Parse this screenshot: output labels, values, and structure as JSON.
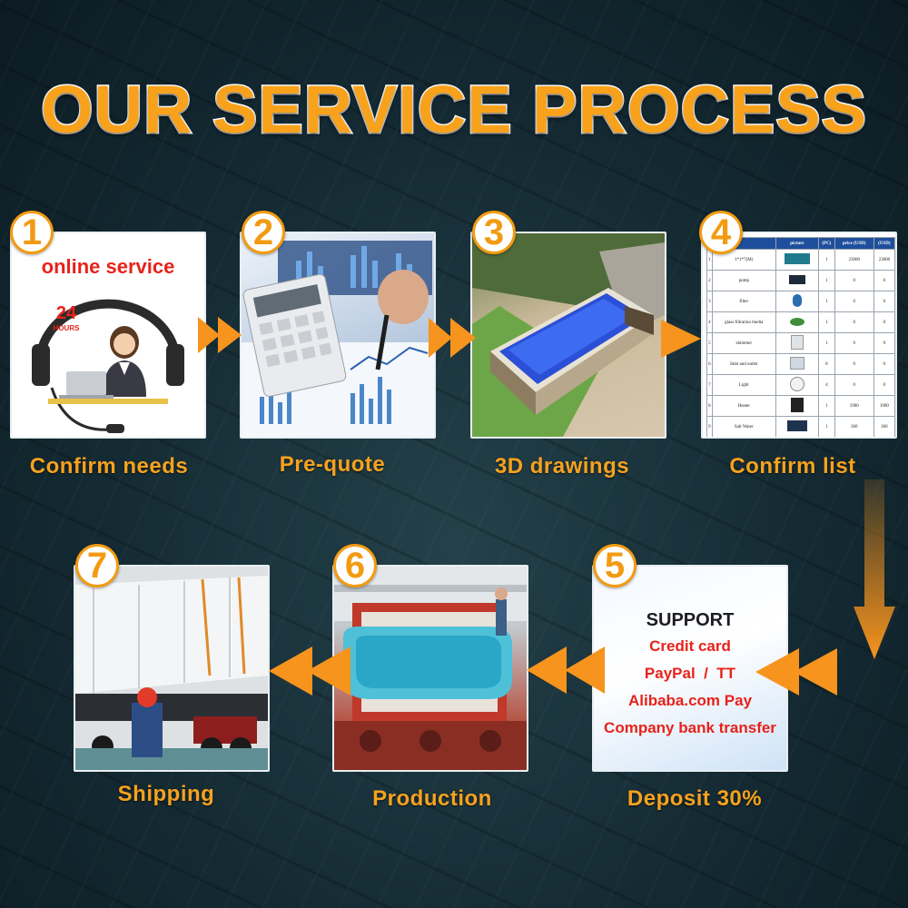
{
  "title": "OUR SERVICE PROCESS",
  "colors": {
    "accent": "#f8a21c",
    "arrow": "#f7941d",
    "card_border": "#e8eef2",
    "red_text": "#e8221b"
  },
  "steps": [
    {
      "number": "1",
      "label": "Confirm needs",
      "image": "customer-service-headset"
    },
    {
      "number": "2",
      "label": "Pre-quote",
      "image": "calculator-and-charts"
    },
    {
      "number": "3",
      "label": "3D drawings",
      "image": "pool-3d-render"
    },
    {
      "number": "4",
      "label": "Confirm list",
      "image": "quotation-table"
    },
    {
      "number": "5",
      "label": "Deposit 30%",
      "image": "payment-support"
    },
    {
      "number": "6",
      "label": "Production",
      "image": "pool-production-line"
    },
    {
      "number": "7",
      "label": "Shipping",
      "image": "truck-loading"
    }
  ],
  "card1": {
    "headline": "online service",
    "hours_number": "24",
    "hours_text": "HOURS"
  },
  "card4": {
    "headers": [
      "",
      "",
      "picture",
      "(PC)",
      "price (USD)",
      "(USD)"
    ],
    "rows": [
      [
        "1",
        "1*1*7(M)",
        "",
        "1",
        "23000",
        "23000"
      ],
      [
        "2",
        "pump",
        "",
        "1",
        "0",
        "0"
      ],
      [
        "3",
        "filter",
        "",
        "1",
        "0",
        "0"
      ],
      [
        "4",
        "glass filtration media",
        "",
        "1",
        "0",
        "0"
      ],
      [
        "5",
        "skimmer",
        "",
        "1",
        "0",
        "0"
      ],
      [
        "6",
        "Inlet and outlet",
        "",
        "8",
        "0",
        "0"
      ],
      [
        "7",
        "Light",
        "",
        "4",
        "0",
        "0"
      ],
      [
        "8",
        "Heater",
        "",
        "1",
        "1900",
        "1900"
      ],
      [
        "9",
        "Salt Water",
        "",
        "1",
        "360",
        "360"
      ]
    ]
  },
  "card5": {
    "heading": "SUPPORT",
    "methods": [
      "Credit card",
      "PayPal  /  TT",
      "Alibaba.com Pay",
      "Company bank transfer"
    ]
  }
}
